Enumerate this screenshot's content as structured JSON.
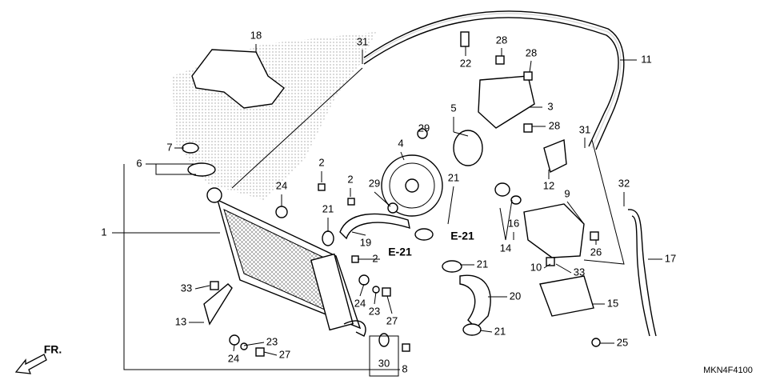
{
  "diagram_code": "MKN4F4100",
  "front_marker": "FR.",
  "callouts": [
    "18",
    "31",
    "22",
    "28",
    "28",
    "11",
    "3",
    "5",
    "29",
    "28",
    "7",
    "6",
    "4",
    "31",
    "2",
    "2",
    "24",
    "29",
    "21",
    "12",
    "9",
    "32",
    "1",
    "21",
    "E-21",
    "16",
    "19",
    "14",
    "26",
    "2",
    "E-21",
    "21",
    "17",
    "10",
    "33",
    "33",
    "24",
    "23",
    "27",
    "20",
    "15",
    "13",
    "23",
    "21",
    "25",
    "27",
    "24",
    "30",
    "8"
  ]
}
